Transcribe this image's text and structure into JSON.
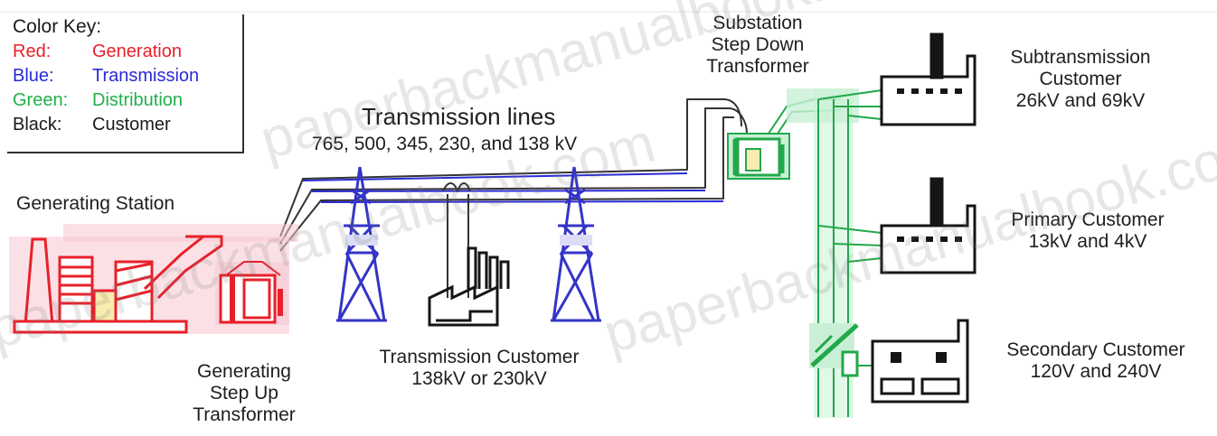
{
  "color_key": {
    "title": "Color Key:",
    "rows": [
      {
        "key": "Red:",
        "value": "Generation",
        "color": "#e8202a"
      },
      {
        "key": "Blue:",
        "value": "Transmission",
        "color": "#2a2ad6"
      },
      {
        "key": "Green:",
        "value": "Distribution",
        "color": "#22b04a"
      },
      {
        "key": "Black:",
        "value": "Customer",
        "color": "#111111"
      }
    ]
  },
  "labels": {
    "generating_station": "Generating Station",
    "transmission_lines": "Transmission lines",
    "transmission_voltages": "765, 500, 345, 230, and 138 kV",
    "substation": [
      "Substation",
      "Step Down",
      "Transformer"
    ],
    "subtransmission": [
      "Subtransmission",
      "Customer",
      "26kV and 69kV"
    ],
    "primary": [
      "Primary Customer",
      "13kV and 4kV"
    ],
    "secondary": [
      "Secondary Customer",
      "120V and 240V"
    ],
    "transmission_customer": [
      "Transmission Customer",
      "138kV or 230kV"
    ],
    "step_up": [
      "Generating",
      "Step Up",
      "Transformer"
    ]
  },
  "watermark": [
    "paperbackmanualbook.com",
    "paperbackmanualbook.com",
    "paperbackmanualbook.com"
  ],
  "colors": {
    "generation": "#e8202a",
    "generation_fill": "#f7c8d2",
    "transmission": "#3434c8",
    "transmission_fill": "#dcdcf6",
    "distribution": "#22a84a",
    "distribution_fill": "#c9f0d6",
    "customer": "#151515"
  }
}
